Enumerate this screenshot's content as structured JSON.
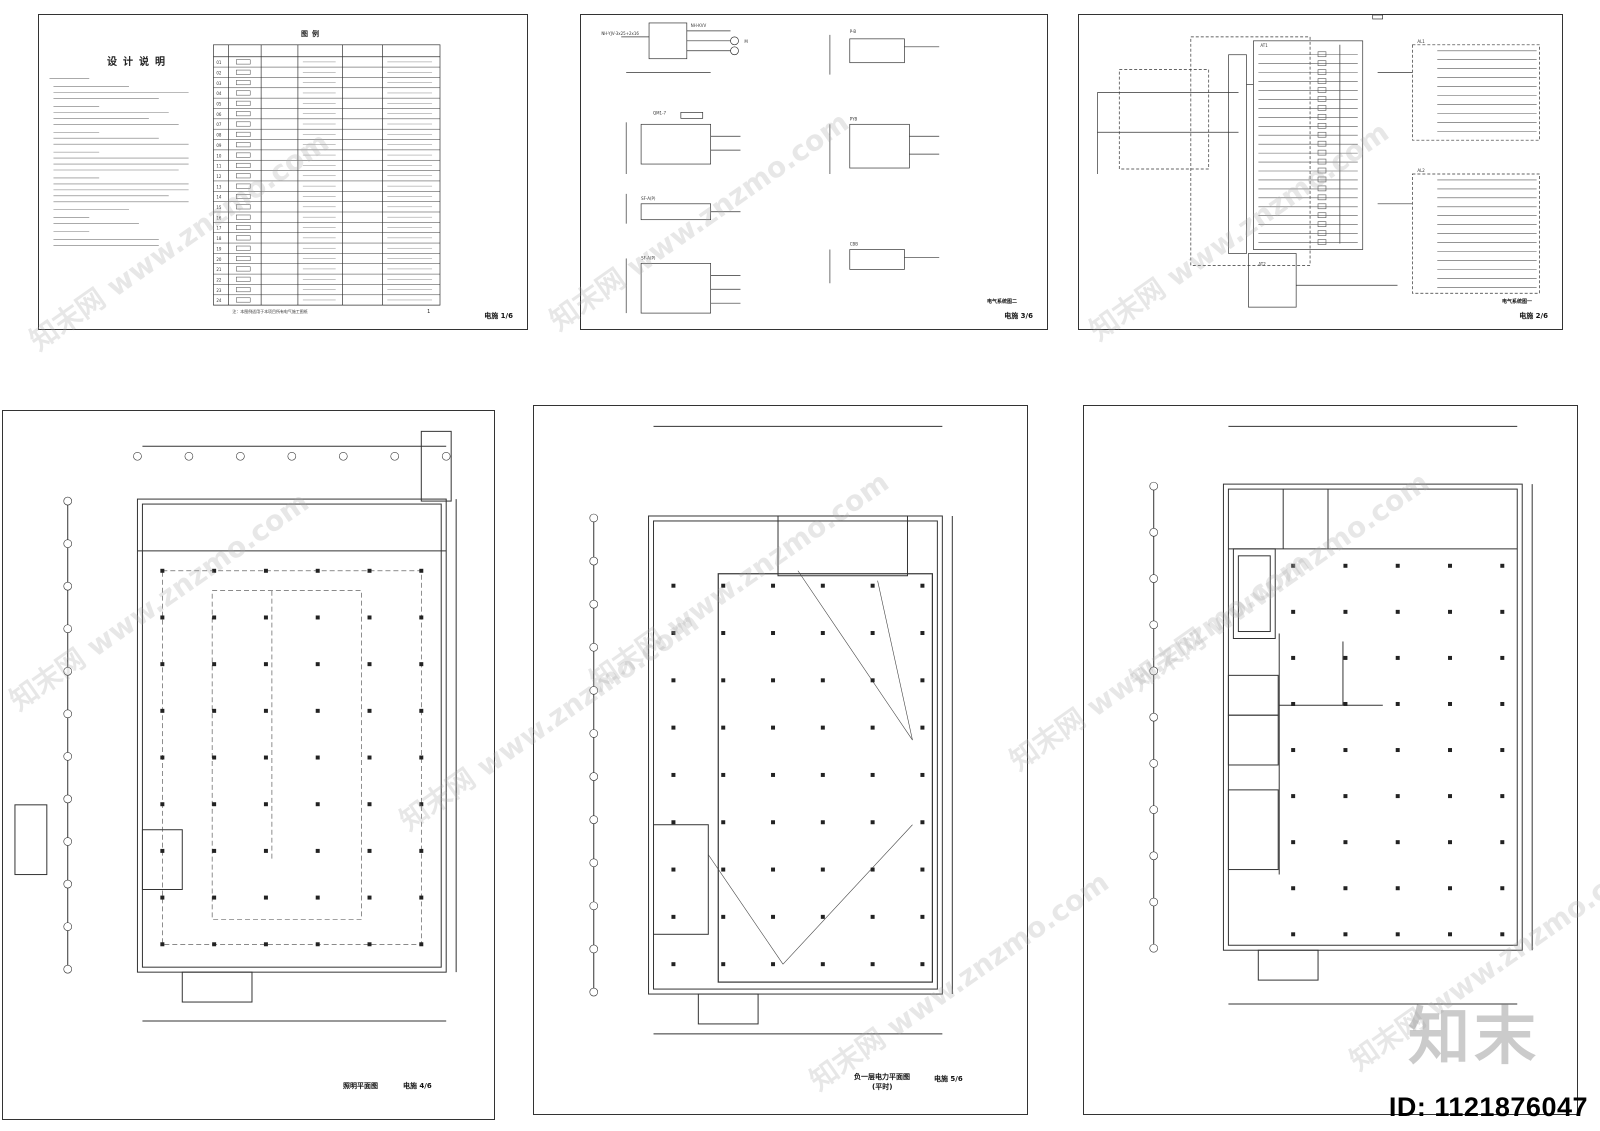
{
  "sheets": [
    {
      "id": "s1",
      "title": "设计说明",
      "footer": "电施 1/6",
      "legend_title": "图例"
    },
    {
      "id": "s2",
      "title": "电气系统图二",
      "footer": "电施 3/6"
    },
    {
      "id": "s3",
      "title": "电气系统图一",
      "footer": "电施 2/6"
    },
    {
      "id": "s4",
      "title": "照明平面图",
      "footer": "电施 4/6"
    },
    {
      "id": "s5",
      "title": "负一层电力平面图",
      "subtitle": "(平时)",
      "footer": "电施 5/6"
    },
    {
      "id": "s6",
      "title": "",
      "footer": ""
    }
  ],
  "watermark": "知末网 www.znzmo.com",
  "logo": "知末",
  "id_label": "ID: 1121876047",
  "legend_rows": [
    "01",
    "02",
    "03",
    "04",
    "05",
    "06",
    "07",
    "08",
    "09",
    "10",
    "11",
    "12",
    "13",
    "14",
    "15",
    "16",
    "17",
    "18",
    "19",
    "20",
    "21",
    "22",
    "23",
    "24"
  ],
  "colors": {
    "line": "#333333",
    "paper": "#ffffff"
  }
}
